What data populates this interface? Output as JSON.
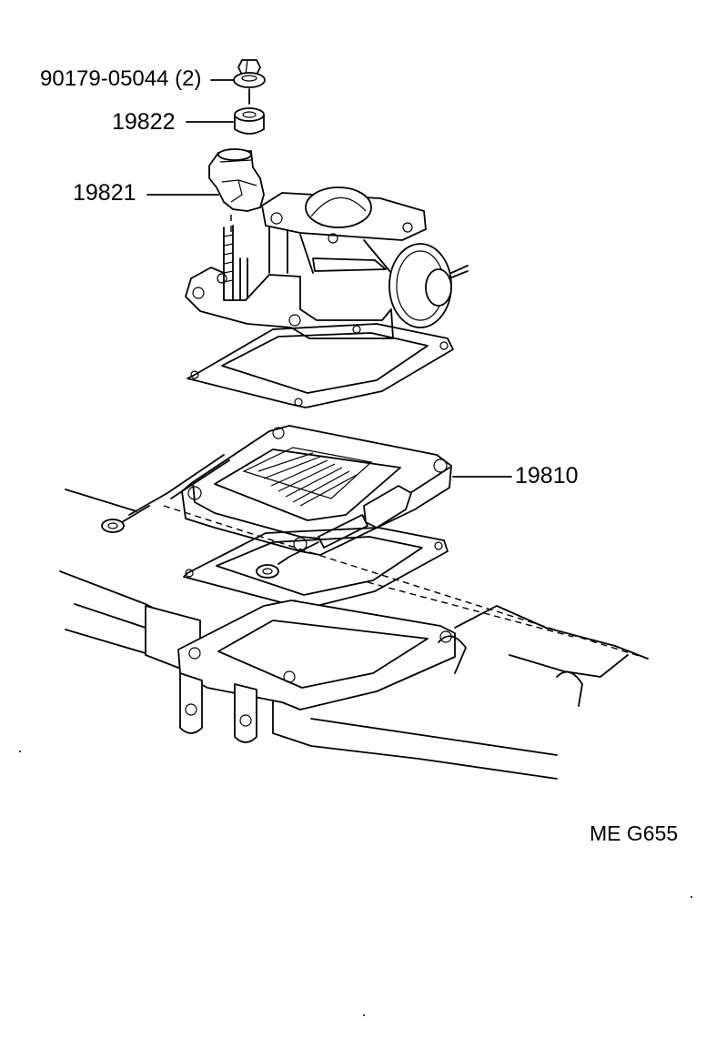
{
  "diagram": {
    "labels": {
      "bolt": "90179-05044 (2)",
      "spacer": "19822",
      "bracket": "19821",
      "heater": "19810",
      "figure_code": "ME G655"
    }
  }
}
